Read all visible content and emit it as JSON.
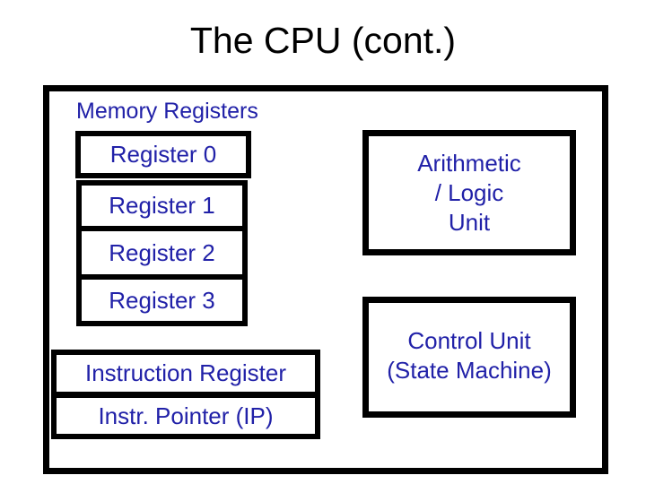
{
  "title": "The CPU (cont.)",
  "colors": {
    "accent_text_blue": "#2121a8",
    "border_black": "#000000",
    "background": "#ffffff"
  },
  "memory_registers": {
    "section_label": "Memory Registers",
    "registers": [
      "Register 0",
      "Register 1",
      "Register 2",
      "Register 3"
    ]
  },
  "alu": {
    "lines": [
      "Arithmetic",
      "/ Logic",
      "Unit"
    ]
  },
  "control_unit": {
    "lines": [
      "Control Unit",
      "(State Machine)"
    ]
  },
  "instruction_register": "Instruction Register",
  "instruction_pointer": "Instr. Pointer (IP)"
}
